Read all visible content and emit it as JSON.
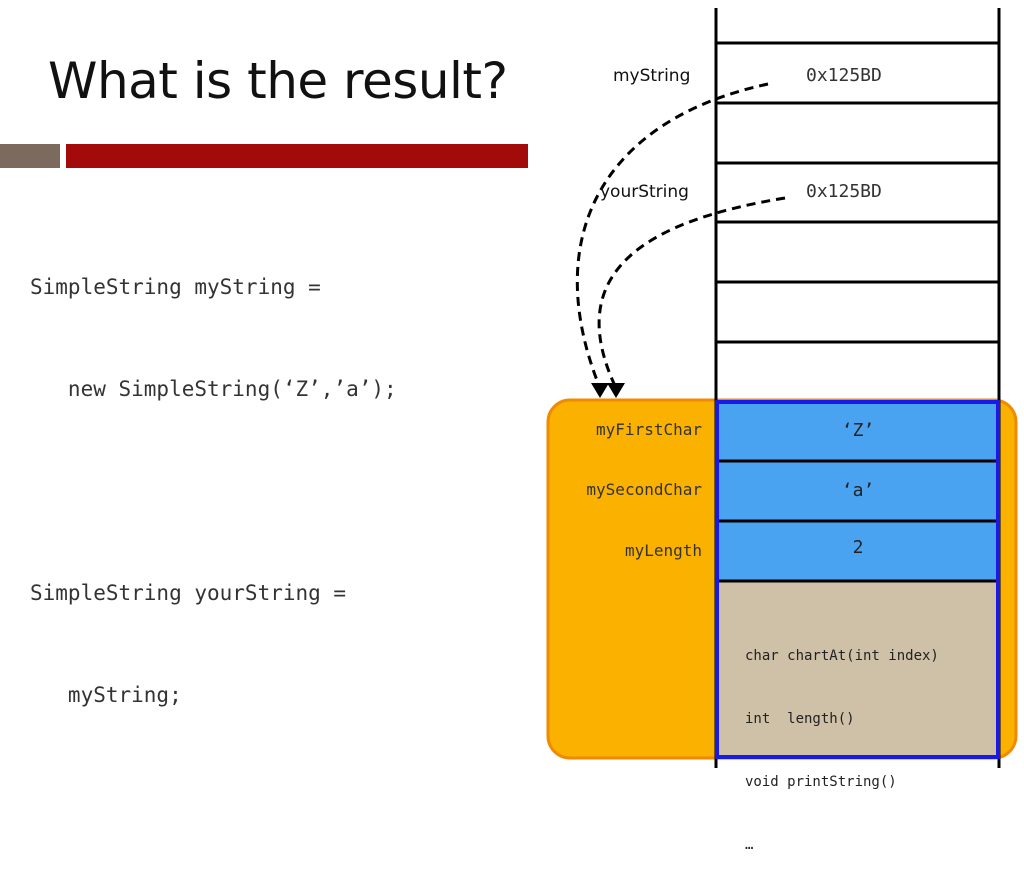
{
  "title": "What is the result?",
  "code": {
    "line1": "SimpleString myString =",
    "line2": "   new SimpleString(‘Z’,’a’);",
    "line3": "SimpleString yourString =",
    "line4": "   myString;"
  },
  "stack": {
    "vars": [
      {
        "name": "myString",
        "value": "0x125BD"
      },
      {
        "name": "yourString",
        "value": "0x125BD"
      }
    ]
  },
  "object": {
    "fields": [
      {
        "name": "myFirstChar",
        "value": "‘Z’"
      },
      {
        "name": "mySecondChar",
        "value": "‘a’"
      },
      {
        "name": "myLength",
        "value": "2"
      }
    ],
    "methods": [
      "char chartAt(int index)",
      "int  length()",
      "void printString()",
      "…"
    ]
  },
  "colors": {
    "object_bg": "#fbb100",
    "object_border": "#f08a00",
    "field_bg": "#4aa3f0",
    "field_border": "#1a1ae6",
    "methods_bg": "#cfc0a8",
    "accent_dark": "#7c6a5f",
    "accent_red": "#a30b0b"
  }
}
